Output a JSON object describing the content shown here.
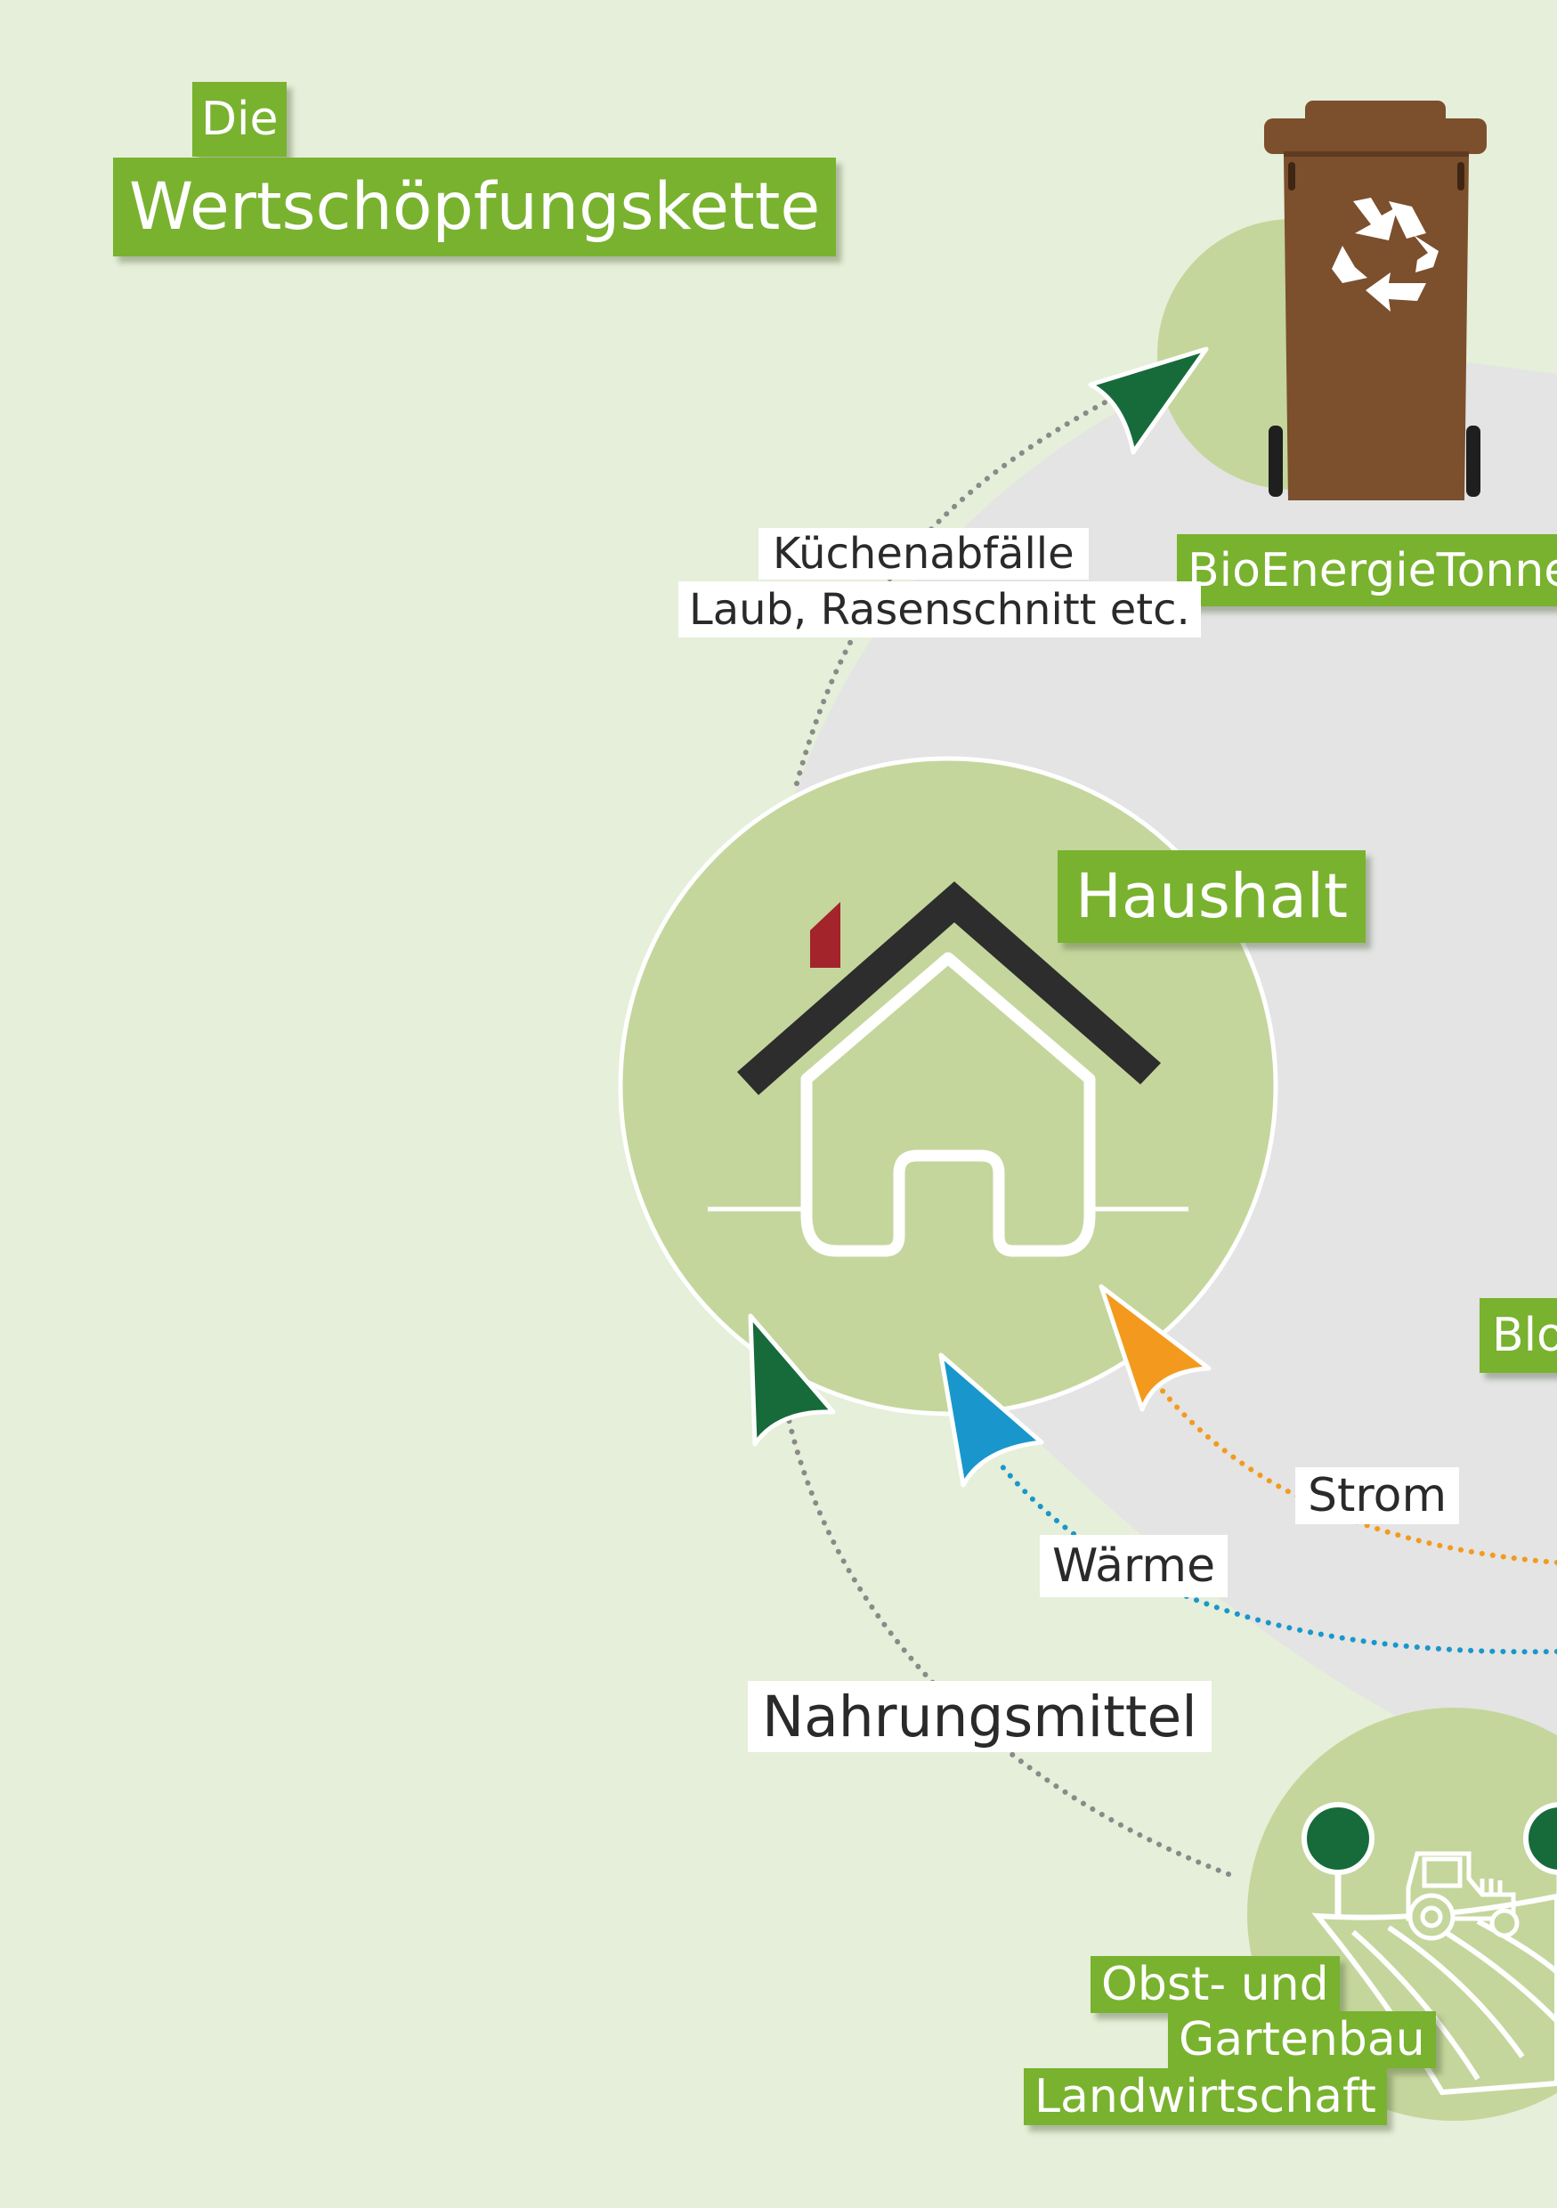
{
  "header": {
    "die": "Die",
    "title": "Wertschöpfungskette"
  },
  "nodes": {
    "household": "Haushalt",
    "bin": "BioEnergieTonne",
    "plant_partial": "Blo",
    "farm_line1": "Obst- und",
    "farm_line2": "Gartenbau",
    "farm_line3": "Landwirtschaft"
  },
  "flows": {
    "waste_line1": "Küchenabfälle",
    "waste_line2": "Laub, Rasenschnitt etc.",
    "power": "Strom",
    "heat": "Wärme",
    "food": "Nahrungsmittel"
  },
  "colors": {
    "background": "#e6efd9",
    "circle": "#c4d69c",
    "loop": "#e3e4e3",
    "accent_green": "#79b22f",
    "dark_green": "#176b3a",
    "orange": "#f39a1e",
    "blue": "#1997cc",
    "bin_brown": "#7c4f2d",
    "chimney_red": "#a3242a",
    "roof": "#2d2d2d"
  },
  "icons": [
    "recycle-icon",
    "house-icon",
    "tractor-icon",
    "tree-icon",
    "field-icon"
  ]
}
